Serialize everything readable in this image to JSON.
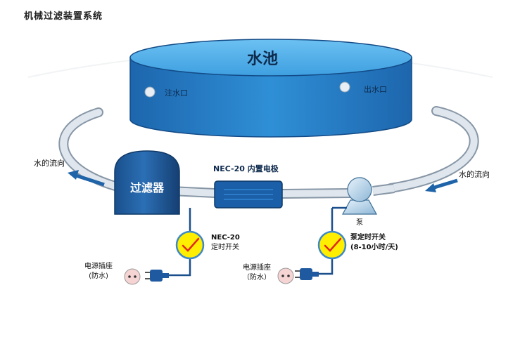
{
  "title": "机械过滤装置系统",
  "pool": {
    "label": "水池",
    "inlet_label": "注水口",
    "outlet_label": "出水口"
  },
  "filter": {
    "label": "过滤器"
  },
  "electrode": {
    "label": "NEC-20 内置电极"
  },
  "pump": {
    "label": "泵"
  },
  "flow_left": "水的流向",
  "flow_right": "水的流向",
  "timer_left": {
    "line1": "NEC-20",
    "line2": "定时开关"
  },
  "timer_right": {
    "line1": "泵定时开关",
    "line2": "(8-10小时/天)"
  },
  "socket_left": {
    "line1": "电源插座",
    "line2": "(防水)"
  },
  "socket_right": {
    "line1": "电源插座",
    "line2": "（防水）"
  },
  "colors": {
    "pool_dark": "#17569a",
    "pool_mid": "#2a8fd4",
    "pool_light": "#5bb6ee",
    "ring": "#c3cdd8",
    "timer_yellow": "#ffee00",
    "check_red": "#e0281e",
    "arrow_blue": "#1f63a8"
  }
}
